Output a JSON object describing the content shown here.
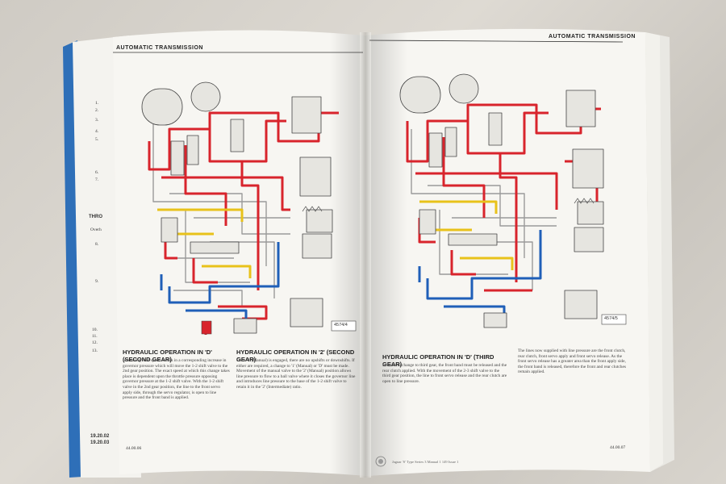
{
  "left_page": {
    "header": "AUTOMATIC TRANSMISSION",
    "figure_number": "4574/4",
    "caption_1": "HYDRAULIC OPERATION IN 'D' (SECOND GEAR)",
    "text_1": "Increasing road speed results in a corresponding increase in governor pressure which will move the 1-2 shift valve to the 2nd gear position. The exact speed at which this change takes place is dependent upon the throttle pressure opposing governor pressure at the 1-2 shift valve. With the 1-2 shift valve in the 2nd gear position, the line to the front servo apply side, through the servo regulator, is open to line pressure and the front band is applied.",
    "caption_2": "HYDRAULIC OPERATION IN '2' (SECOND GEAR)",
    "text_2": "Once '2' (Manual) is engaged, there are no upshifts or downshifts. If either are required, a change to '1' (Manual) or 'D' must be made. Movement of the manual valve to the '2' (Manual) position allows line pressure to flow to a ball valve where it closes the governor line and introduces line pressure to the base of the 1-2 shift valve to retain it in the '2' (Intermediate) ratio.",
    "page_number": "44.00.06"
  },
  "right_page": {
    "header": "AUTOMATIC TRANSMISSION",
    "figure_number": "4574/5",
    "caption_1": "HYDRAULIC OPERATION IN 'D' (THIRD GEAR)",
    "text_1": "In order to change to third gear, the front band must be released and the rear clutch applied. With the movement of the 2-3 shift valve to the third gear position, the line to front servo release and the rear clutch are open to line pressure.",
    "text_2": "The lines now supplied with line pressure are the front clutch, rear clutch, front servo apply and front servo release. As the front servo release has a greater area than the front apply side, the front band is released, therefore the front and rear clutches remain applied.",
    "footer": "Jaguar 'S' Type Series 3 Manual 1 149 Issue 1",
    "page_number": "44.00.07"
  },
  "underlying_page": {
    "heading": "THRO",
    "subheading": "Overh",
    "margin_refs": [
      "19.20.02",
      "19.20.03"
    ],
    "list_numbers": [
      "1.",
      "2.",
      "3.",
      "4.",
      "5.",
      "6.",
      "7.",
      "8.",
      "9.",
      "10.",
      "11.",
      "12.",
      "13."
    ]
  },
  "colors": {
    "line_pressure": "#d8242c",
    "governor_pressure": "#1f5fb8",
    "throttle_pressure": "#e8c21a",
    "exhaust": "#9a9a9a",
    "paper": "#f7f6f2"
  }
}
